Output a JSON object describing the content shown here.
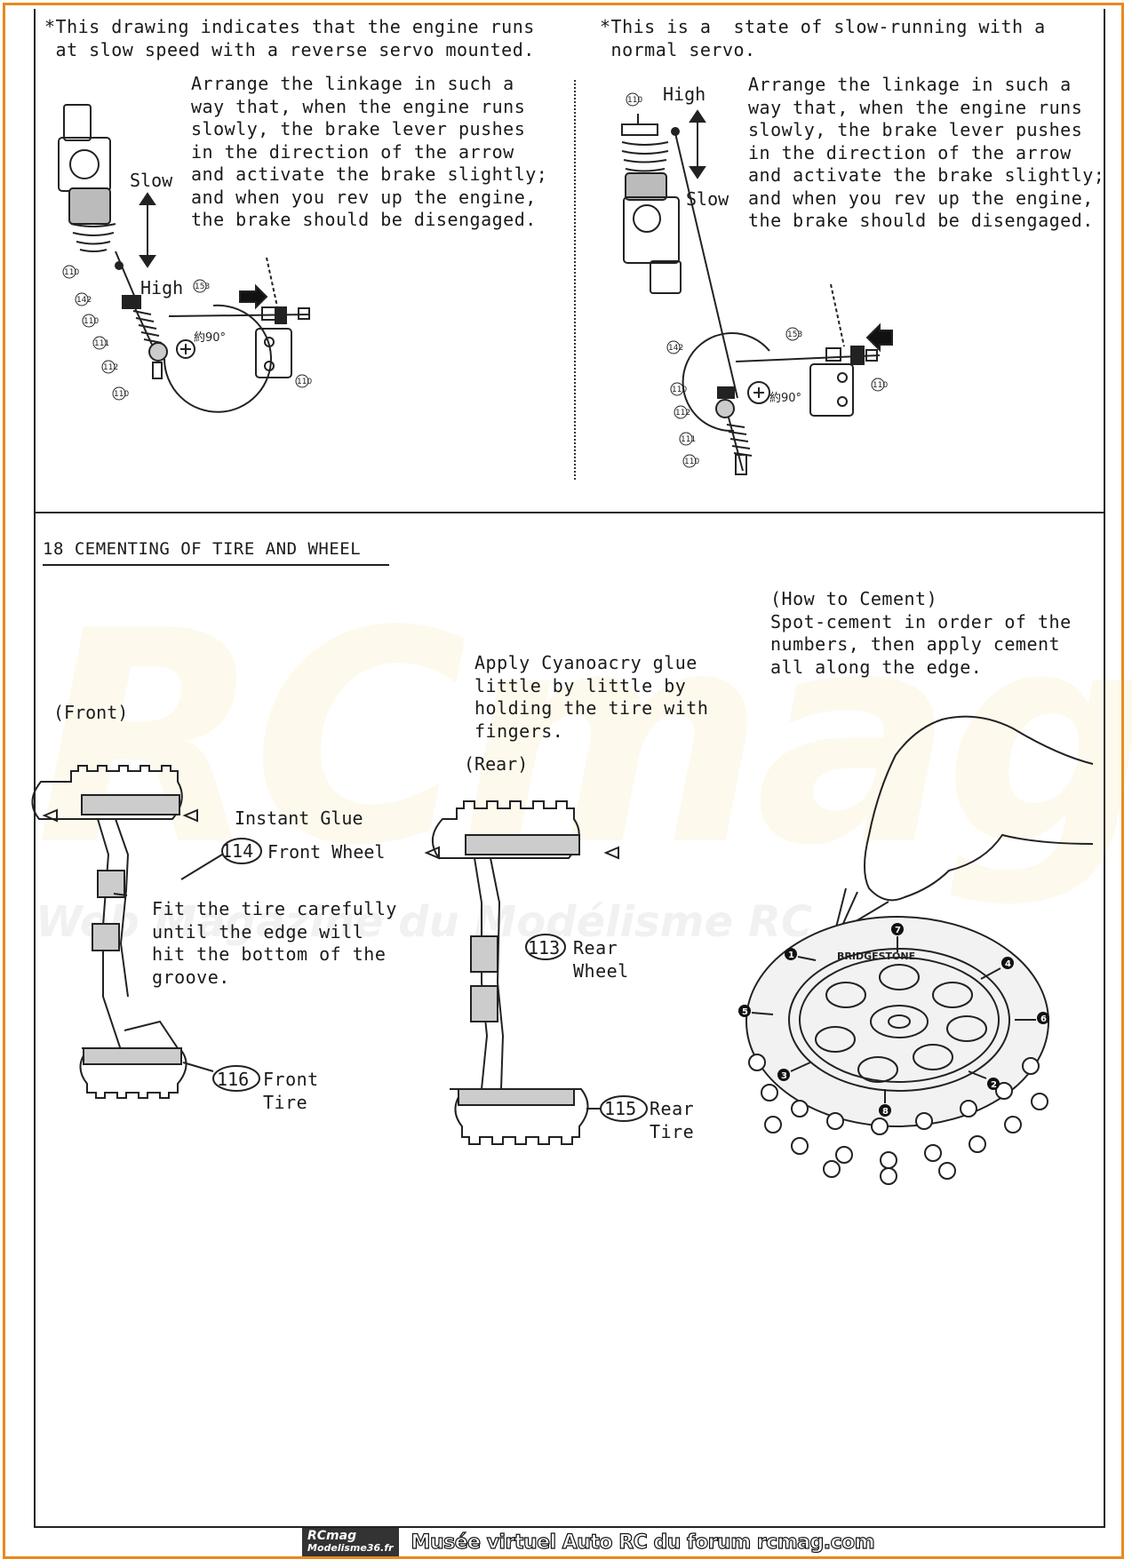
{
  "top_left": {
    "note": "*This drawing indicates that the engine runs\n at slow speed with a reverse servo mounted.",
    "instructions": "Arrange the linkage in such a\nway that, when the engine runs\nslowly, the brake lever pushes\nin the direction of the arrow\nand activate the brake slightly;\nand when you rev up the engine,\nthe brake should be disengaged.",
    "label_slow": "Slow",
    "label_high": "High"
  },
  "top_right": {
    "note": "*This is a  state of slow-running with a\n normal servo.",
    "instructions": "Arrange the linkage in such a\nway that, when the engine runs\nslowly, the brake lever pushes\nin the direction of the arrow\nand activate the brake slightly;\nand when you rev up the engine,\nthe brake should be disengaged.",
    "label_high": "High",
    "label_slow": "Slow"
  },
  "part_numbers": {
    "p110": "110",
    "p111": "111",
    "p112": "112",
    "p142": "142",
    "p153": "153",
    "angle": "約90°"
  },
  "section18": {
    "title": "18 CEMENTING OF TIRE AND WHEEL",
    "front_label": "(Front)",
    "rear_label": "(Rear)",
    "instant_glue": "Instant Glue",
    "front_wheel_no": "114",
    "front_wheel": "Front Wheel",
    "fit_note": "Fit the tire carefully\nuntil the edge will\nhit the bottom of the\ngroove.",
    "front_tire_no": "116",
    "front_tire": "Front\nTire",
    "rear_wheel_no": "113",
    "rear_wheel": "Rear\nWheel",
    "rear_tire_no": "115",
    "rear_tire": "Rear\nTire",
    "cyano_note": "Apply Cyanoacry glue\nlittle by little by\nholding the tire with\nfingers.",
    "how_to": "(How to Cement)\nSpot-cement in order of the\nnumbers, then apply cement\nall along the edge.",
    "tire_brand": "BRIDGESTONE",
    "order_numbers": [
      "1",
      "2",
      "3",
      "4",
      "5",
      "6",
      "7",
      "8"
    ]
  },
  "watermark": {
    "big": "RCmag",
    "sub": "Web Magazine du Modélisme RC"
  },
  "footer": {
    "logo_top": "RCmag",
    "logo_bottom": "Modelisme36.fr",
    "caption": "Musée virtuel Auto RC du forum rcmag.com"
  }
}
